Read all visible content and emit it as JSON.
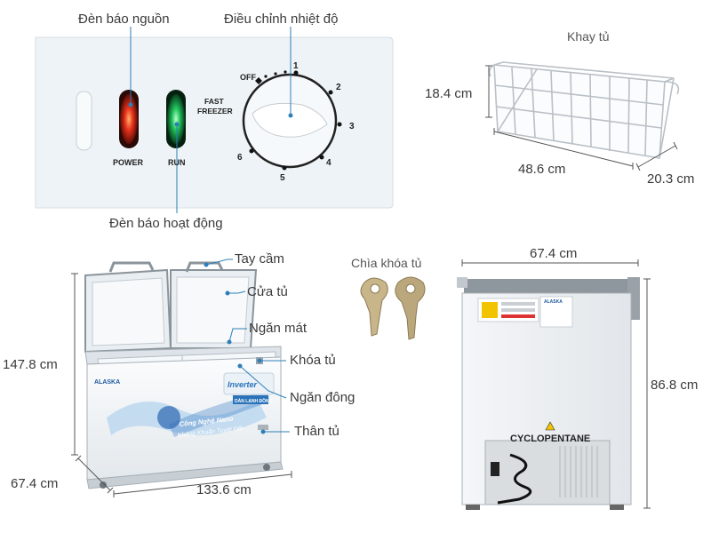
{
  "control_panel": {
    "callouts": {
      "power_light": "Đèn báo nguồn",
      "temp_control": "Điều chỉnh nhiệt độ",
      "run_light": "Đèn báo hoạt động"
    },
    "power_label": "POWER",
    "run_label": "RUN",
    "fast_freezer_line1": "FAST",
    "fast_freezer_line2": "FREEZER",
    "off_label": "OFF",
    "dial_numbers": [
      "1",
      "2",
      "3",
      "4",
      "5",
      "6"
    ]
  },
  "tray": {
    "title": "Khay tủ",
    "height": "18.4 cm",
    "length": "48.6 cm",
    "depth": "20.3 cm"
  },
  "freezer": {
    "callouts": {
      "handle": "Tay cầm",
      "door": "Cửa tủ",
      "cool_compartment": "Ngăn mát",
      "lock": "Khóa tủ",
      "freeze_compartment": "Ngăn đông",
      "body": "Thân tủ"
    },
    "height": "147.8 cm",
    "depth": "67.4 cm",
    "width": "133.6 cm",
    "brand": "ALASKA",
    "front_text1": "Công Nghệ Nano",
    "front_text2": "Kháng Khuẩn Tuyệt Đối",
    "inverter": "Inverter",
    "badge": "DÀN LẠNH ĐỒNG"
  },
  "key": {
    "title": "Chìa khóa tủ"
  },
  "side_view": {
    "width": "67.4 cm",
    "height": "86.8 cm",
    "cyclopentane": "CYCLOPENTANE",
    "brand": "ALASKA"
  },
  "colors": {
    "power_red": "#e8321c",
    "run_green": "#20c25a",
    "panel_bg": "#edf3f6",
    "dimension_line": "#555555"
  }
}
